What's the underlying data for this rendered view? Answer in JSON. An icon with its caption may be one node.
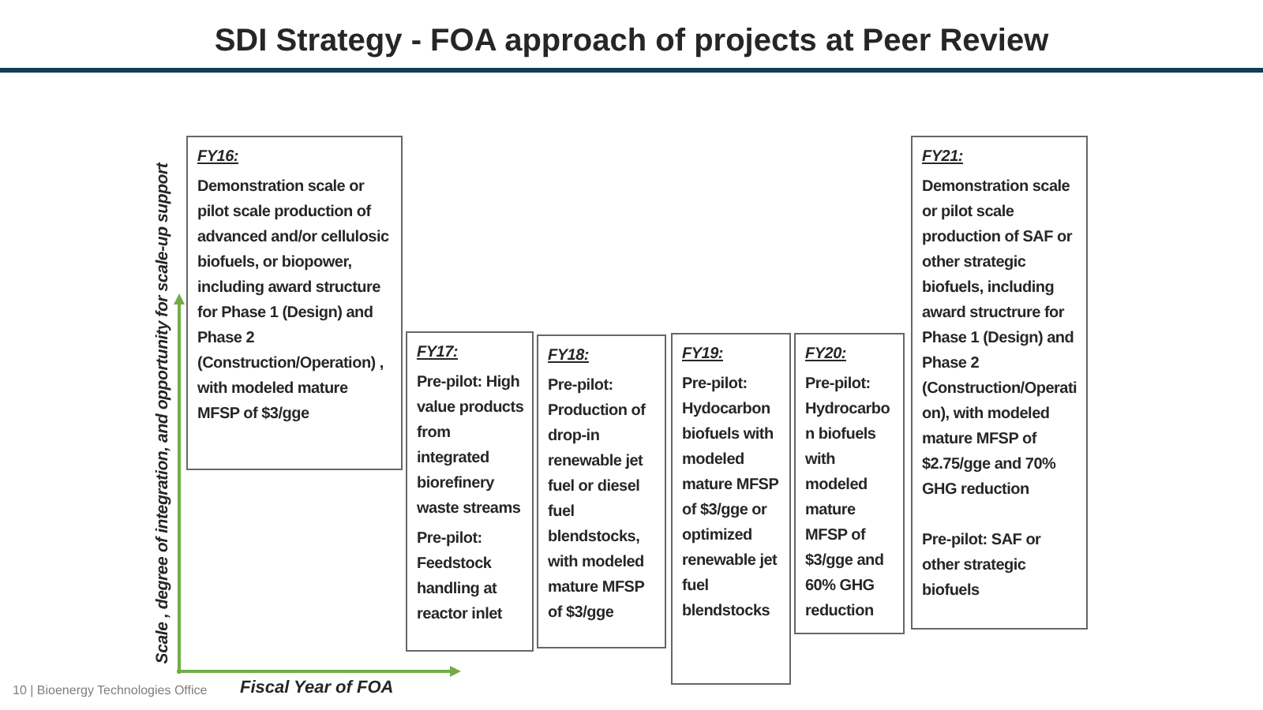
{
  "diagram": {
    "title": "SDI Strategy - FOA approach of projects at Peer Review",
    "nodes": [
      {
        "text": [
          "FY16:",
          "Demonstration scale or pilot scale production of advanced and/or cellulosic biofuels, or biopower, including award structure for Phase 1 (Design) and Phase 2 (Construction/Operation) , with modeled mature MFSP of $3/gge"
        ]
      },
      {
        "text": [
          "FY17:",
          "Pre-pilot: High value products from integrated biorefinery waste streams",
          "Pre-pilot: Feedstock handling at reactor inlet"
        ]
      },
      {
        "text": [
          "FY18:",
          "Pre-pilot: Production of drop-in renewable jet fuel or diesel fuel blendstocks, with modeled mature MFSP of $3/gge"
        ]
      },
      {
        "text": [
          "FY19:",
          "Pre-pilot: Hydocarbon biofuels with modeled mature MFSP of $3/gge or optimized renewable jet fuel blendstocks"
        ]
      },
      {
        "text": [
          "FY20:",
          "Pre-pilot: Hydrocarbon biofuels with modeled mature MFSP of $3/gge and 60% GHG reduction"
        ]
      },
      {
        "text": [
          "FY21:",
          "Demonstration scale or pilot scale production of SAF or other strategic biofuels, including award structrure for Phase 1 (Design) and Phase 2 (Construction/Operation), with modeled mature MFSP of $2.75/gge and 70% GHG reduction",
          "Pre-pilot: SAF or other strategic biofuels"
        ]
      }
    ],
    "labels": [
      "Scale , degree of integration, and opportunity for scale-up support",
      "Fiscal Year of FOA",
      "10 | Bioenergy Technologies Office"
    ]
  }
}
